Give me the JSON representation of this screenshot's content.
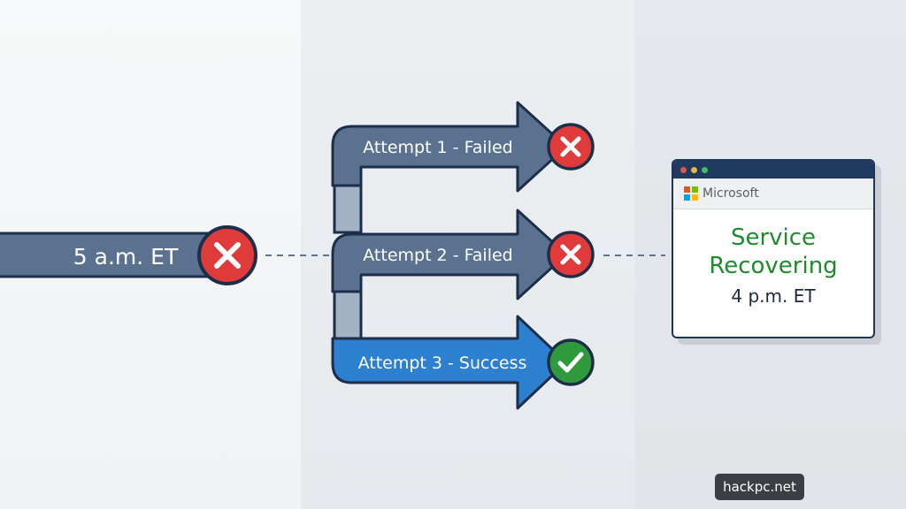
{
  "outage_start": {
    "time_label": "5 a.m. ET",
    "status_icon": "x-icon"
  },
  "attempts": [
    {
      "label": "Attempt 1 - Failed",
      "status_icon": "x-icon"
    },
    {
      "label": "Attempt 2 - Failed",
      "status_icon": "x-icon"
    },
    {
      "label": "Attempt 3 - Success",
      "status_icon": "check-icon"
    }
  ],
  "service_window": {
    "brand": "Microsoft",
    "status_line_1": "Service",
    "status_line_2": "Recovering",
    "time_label": "4 p.m. ET"
  },
  "watermark": "hackpc.net",
  "colors": {
    "failed_arrow": "#5a7290",
    "success_arrow": "#2d7fd0",
    "outline": "#1c2f4a",
    "fail_badge": "#e03b3b",
    "success_badge": "#2e9a3c",
    "recovery_text": "#1f8a2e"
  }
}
